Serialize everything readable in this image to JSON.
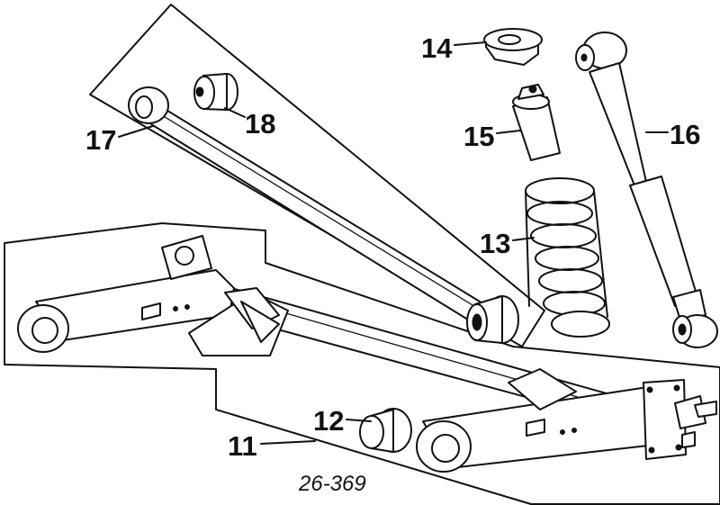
{
  "diagram": {
    "reference_number": "26-369",
    "callouts": {
      "n11": "11",
      "n12": "12",
      "n13": "13",
      "n14": "14",
      "n15": "15",
      "n16": "16",
      "n17": "17",
      "n18": "18"
    }
  }
}
